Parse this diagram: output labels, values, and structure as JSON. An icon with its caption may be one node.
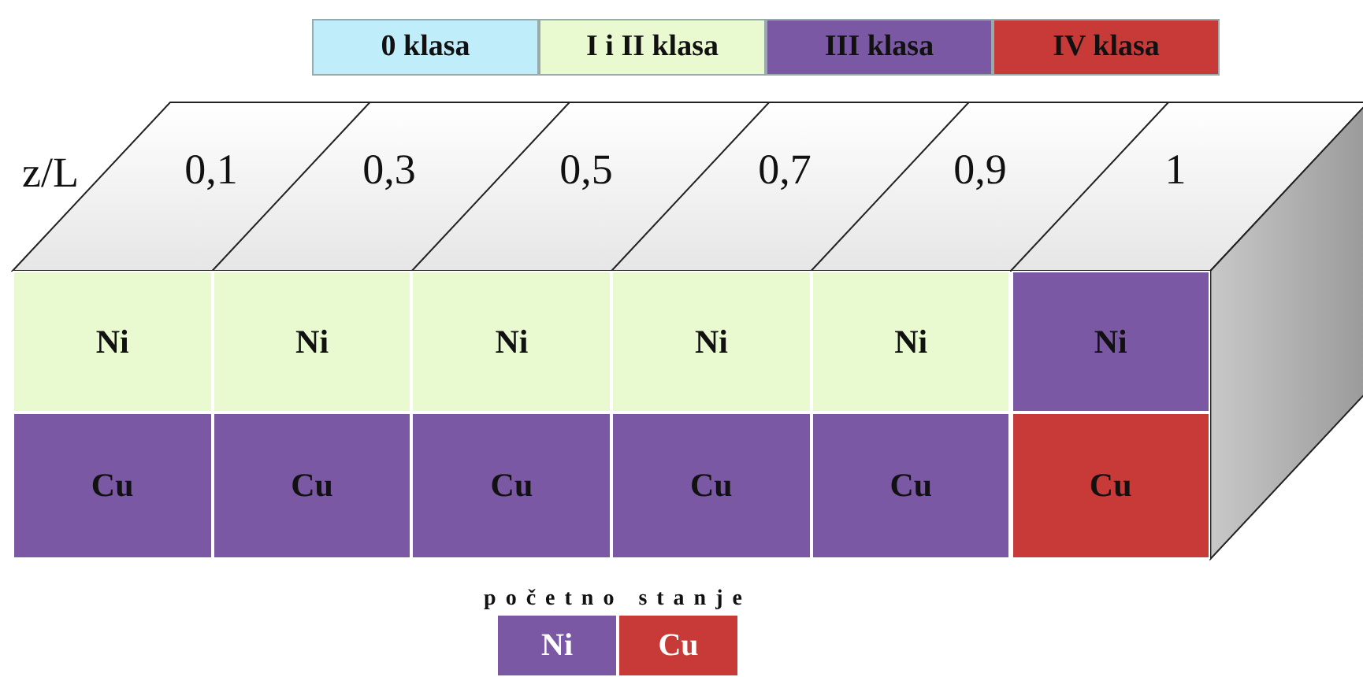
{
  "diagram": {
    "nodes": [
      {
        "text": [
          "Ni"
        ]
      },
      {
        "text": [
          "Ni"
        ]
      },
      {
        "text": [
          "Ni"
        ]
      },
      {
        "text": [
          "Ni"
        ]
      },
      {
        "text": [
          "Ni"
        ]
      },
      {
        "text": [
          "Ni"
        ]
      },
      {
        "text": [
          "Cu"
        ]
      },
      {
        "text": [
          "Cu"
        ]
      },
      {
        "text": [
          "Cu"
        ]
      },
      {
        "text": [
          "Cu"
        ]
      },
      {
        "text": [
          "Cu"
        ]
      },
      {
        "text": [
          "Cu"
        ]
      },
      {
        "text": [
          "Ni"
        ]
      },
      {
        "text": [
          "Cu"
        ]
      }
    ],
    "labels": [
      "z/L",
      "0,1",
      "0,3",
      "0,5",
      "0,7",
      "0,9",
      "1",
      "početno stanje"
    ],
    "legend": [
      {
        "text": "0 klasa",
        "color": "#bfeefa"
      },
      {
        "text": "I i II klasa",
        "color": "#eafad0"
      },
      {
        "text": "III klasa",
        "color": "#7a58a4"
      },
      {
        "text": "IV klasa",
        "color": "#c83a38"
      }
    ]
  }
}
